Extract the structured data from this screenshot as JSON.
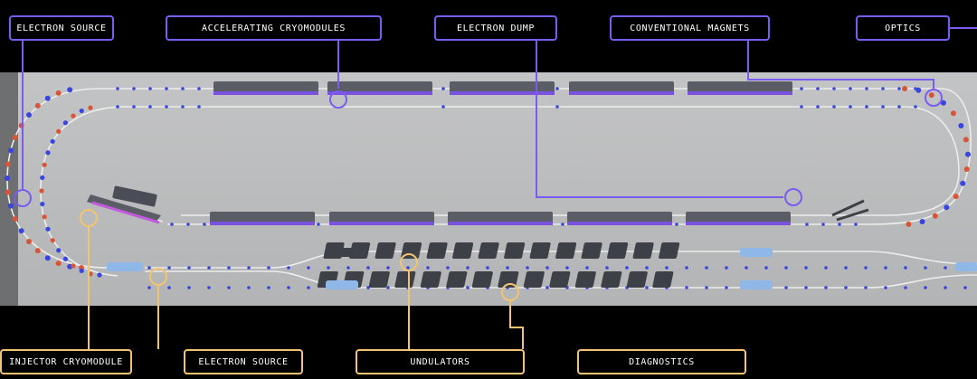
{
  "labels": {
    "electron_source_top": "ELECTRON SOURCE",
    "accelerating_cryomodules": "ACCELERATING CRYOMODULES",
    "electron_dump": "ELECTRON DUMP",
    "conventional_magnets": "CONVENTIONAL MAGNETS",
    "optics": "OPTICS",
    "injector_cryomodule": "INJECTOR CRYOMODULE",
    "electron_source_bottom": "ELECTRON SOURCE",
    "undulators": "UNDULATORS",
    "diagnostics": "DIAGNOSTICS"
  },
  "colors": {
    "accent_purple": "#7b5cf0",
    "accent_gold": "#f2c46f",
    "floor": "#b9babb",
    "beamline": "#e8e8e8",
    "cryomodule": "#5a5d66",
    "cryomodule_stripe": "#7a52e0",
    "magnet_red": "#d8553a",
    "magnet_blue": "#3a45e0",
    "undulator": "#3d4046",
    "diagnostic": "#8fb8e8",
    "injector": "#c15adc"
  }
}
